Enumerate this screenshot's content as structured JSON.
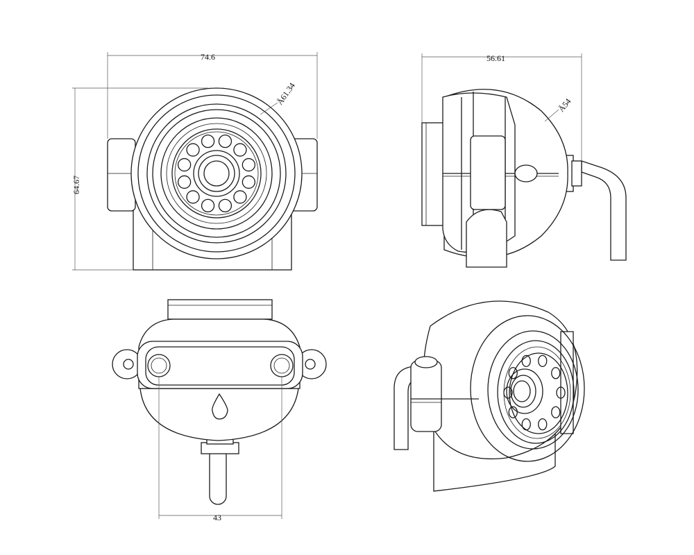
{
  "dimensions": {
    "front_width": "74.6",
    "front_height": "64.67",
    "front_diameter": "Ä61.34",
    "side_depth": "56.61",
    "side_diameter": "Ä54",
    "bottom_width": "43"
  },
  "colors": {
    "line": "#1a1a1a",
    "dimension": "#555555",
    "background": "#ffffff"
  }
}
